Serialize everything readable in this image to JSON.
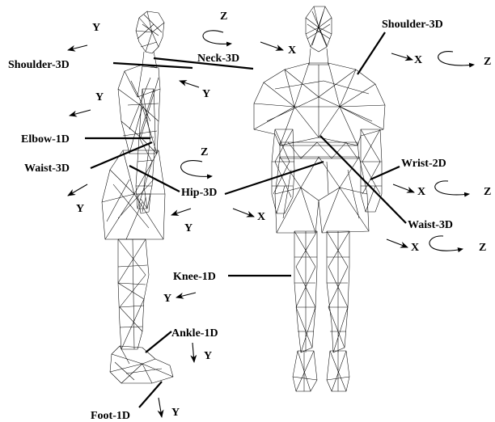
{
  "joints": {
    "shoulder_left": "Shoulder-3D",
    "neck": "Neck-3D",
    "elbow": "Elbow-1D",
    "waist_left": "Waist-3D",
    "hip": "Hip-3D",
    "knee": "Knee-1D",
    "ankle": "Ankle-1D",
    "foot": "Foot-1D",
    "shoulder_right": "Shoulder-3D",
    "wrist": "Wrist-2D",
    "waist_right": "Waist-3D"
  },
  "axes": {
    "x": "X",
    "y": "Y",
    "z": "Z"
  }
}
